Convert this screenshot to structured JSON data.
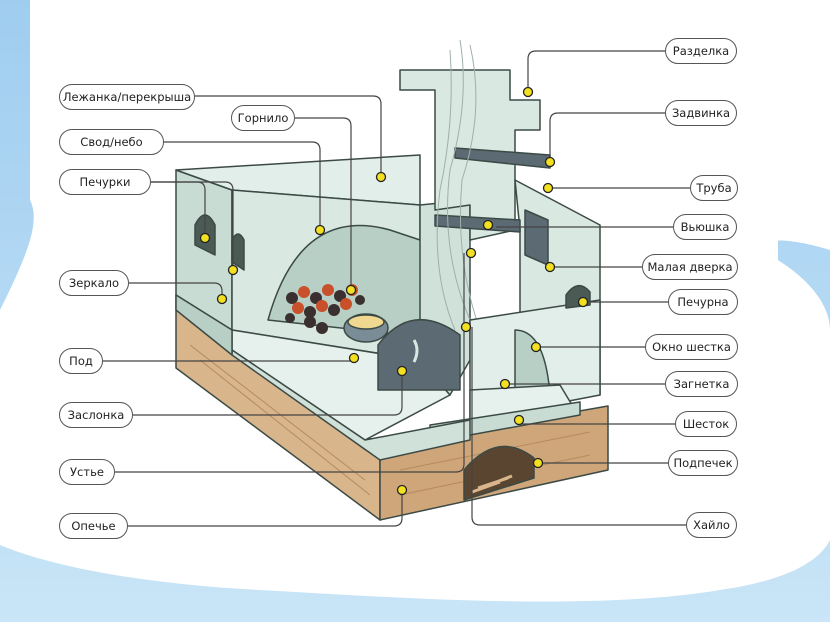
{
  "labels": {
    "lezhanka": "Лежанка/перекрыша",
    "gornilo": "Горнило",
    "svod": "Свод/небо",
    "pechurki": "Печурки",
    "zerkalo": "Зеркало",
    "pod": "Под",
    "zaslonka": "Заслонка",
    "ustie": "Устье",
    "openie": "Опечье",
    "razdelka": "Разделка",
    "zadvizhka": "Задвинка",
    "truba": "Труба",
    "vyushka": "Вьюшка",
    "malaya_dverka": "Малая дверка",
    "pechurna": "Печурна",
    "okno_shestka": "Окно шестка",
    "zagnetka": "Загнетка",
    "shestok": "Шесток",
    "podpechek": "Подпечек",
    "khaylo": "Хайло"
  },
  "colors": {
    "wall": "#d9e8e1",
    "wall_dark": "#b8cfc6",
    "wall_shadow": "#9fb8ae",
    "wood": "#d9b58c",
    "wood_dark": "#b48a5e",
    "metal": "#5c6a73",
    "ember": "#c8502a",
    "coal": "#3a3030",
    "outline": "#3c4a46",
    "dot": "#f2e021",
    "sky": "#a9d3f0"
  }
}
